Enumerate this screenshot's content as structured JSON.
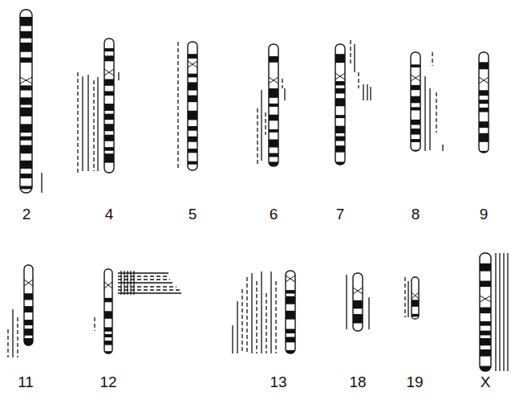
{
  "diagram": {
    "labels": [
      "2",
      "4",
      "5",
      "6",
      "7",
      "8",
      "9",
      "11",
      "12",
      "13",
      "18",
      "19",
      "X"
    ]
  }
}
